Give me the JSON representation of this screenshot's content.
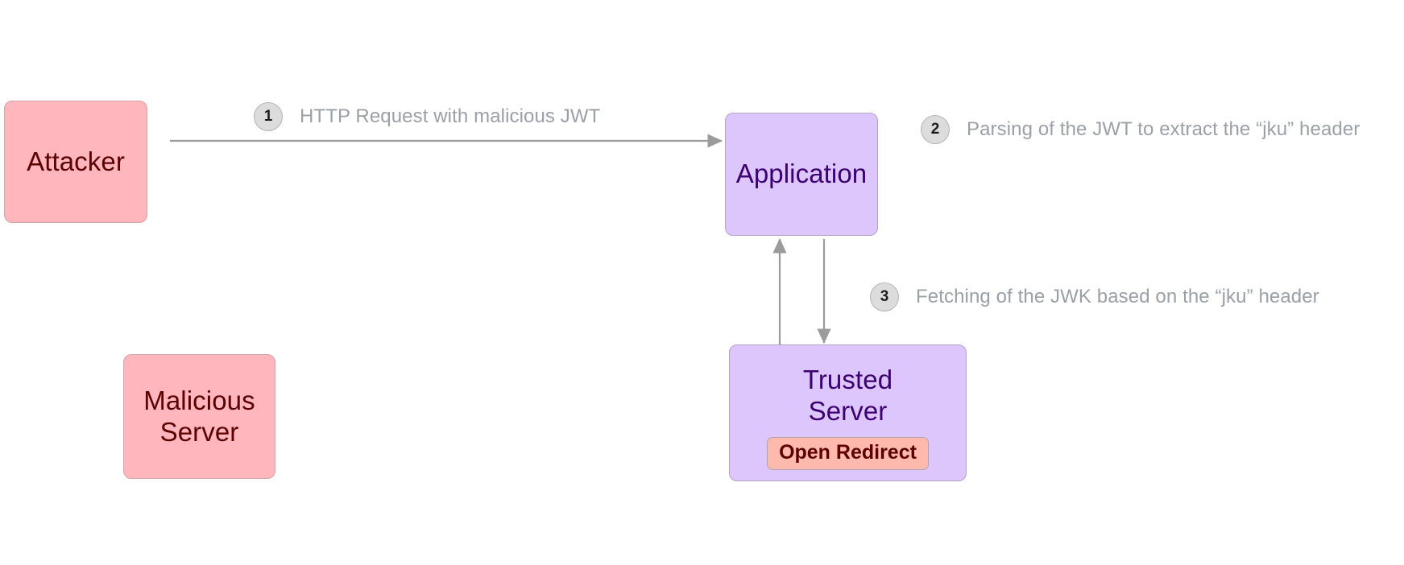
{
  "diagram": {
    "title": "JWT jku header open redirect attack flow",
    "colors": {
      "attacker_fill": "#ffb6bc",
      "attacker_text": "#5d0000",
      "server_fill": "#dcc6fc",
      "server_text": "#3d0072",
      "badge_fill": "#ffb9ad",
      "badge_text": "#5d0000",
      "edge": "#9b9b9b",
      "step_circle_fill": "#dcdcdc",
      "step_text": "#9aa0a6",
      "background": "#ffffff"
    },
    "nodes": {
      "attacker": {
        "label": "Attacker"
      },
      "malicious_server": {
        "label": "Malicious\nServer"
      },
      "application": {
        "label": "Application"
      },
      "trusted_server": {
        "label": "Trusted\nServer",
        "badge": "Open Redirect"
      }
    },
    "steps": [
      {
        "number": "1",
        "text": "HTTP Request with malicious JWT"
      },
      {
        "number": "2",
        "text": "Parsing of the JWT to extract the “jku” header"
      },
      {
        "number": "3",
        "text": "Fetching of the JWK based on the “jku” header"
      }
    ],
    "edges": [
      {
        "name": "attacker-to-application",
        "direction": "right"
      },
      {
        "name": "trusted-server-to-application",
        "direction": "up"
      },
      {
        "name": "application-to-trusted-server",
        "direction": "down"
      }
    ]
  }
}
